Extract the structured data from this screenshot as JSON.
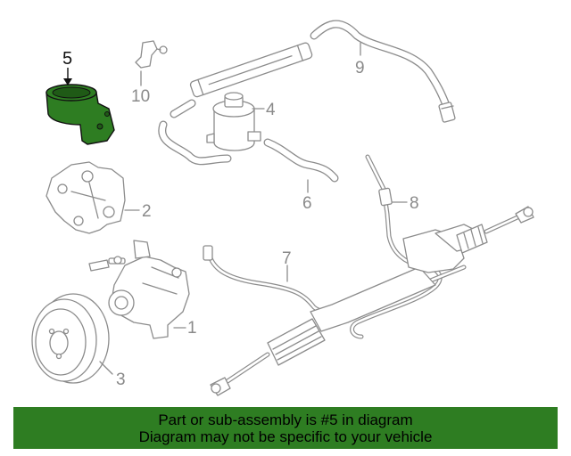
{
  "diagram": {
    "callouts": [
      {
        "id": "1",
        "text": "1"
      },
      {
        "id": "2",
        "text": "2"
      },
      {
        "id": "3",
        "text": "3"
      },
      {
        "id": "4",
        "text": "4"
      },
      {
        "id": "5",
        "text": "5"
      },
      {
        "id": "6",
        "text": "6"
      },
      {
        "id": "7",
        "text": "7"
      },
      {
        "id": "8",
        "text": "8"
      },
      {
        "id": "9",
        "text": "9"
      },
      {
        "id": "10",
        "text": "10"
      }
    ],
    "highlighted_part": "5",
    "colors": {
      "highlight": "#2e7d22",
      "line": "#8c8c8c",
      "banner": "#2e7d22"
    }
  },
  "banner": {
    "line1": "Part or sub-assembly is #5 in diagram",
    "line2": "Diagram may not be specific to your vehicle"
  }
}
